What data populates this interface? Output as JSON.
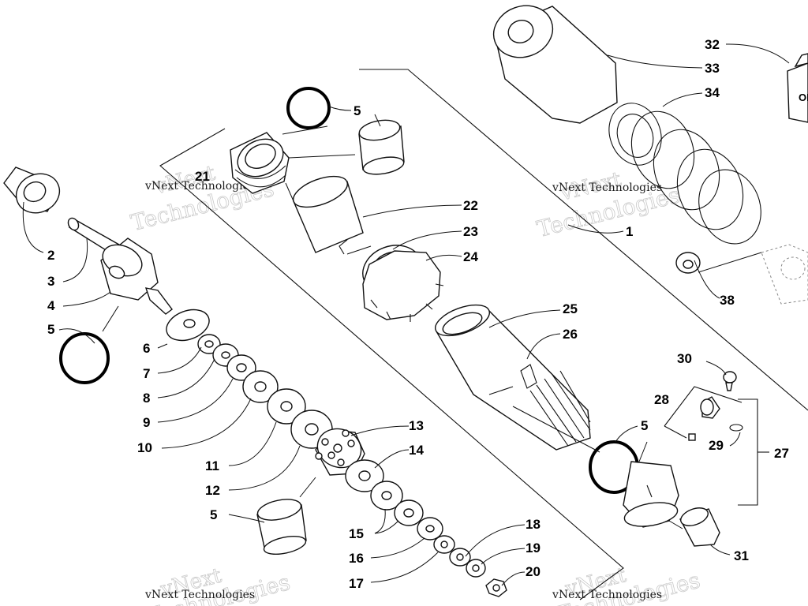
{
  "watermark": {
    "line1": "vNext",
    "line2": "Technologies",
    "small": "vNext Technologies"
  },
  "oil_label": "OI",
  "callouts": {
    "c1": "1",
    "c2": "2",
    "c3": "3",
    "c4": "4",
    "c5": "5",
    "c6": "6",
    "c7": "7",
    "c8": "8",
    "c9": "9",
    "c10": "10",
    "c11": "11",
    "c12": "12",
    "c13": "13",
    "c14": "14",
    "c15": "15",
    "c16": "16",
    "c17": "17",
    "c18": "18",
    "c19": "19",
    "c20": "20",
    "c21": "21",
    "c22": "22",
    "c23": "23",
    "c24": "24",
    "c25": "25",
    "c26": "26",
    "c27": "27",
    "c28": "28",
    "c29": "29",
    "c30": "30",
    "c31": "31",
    "c32": "32",
    "c33": "33",
    "c34": "34",
    "c38": "38"
  }
}
